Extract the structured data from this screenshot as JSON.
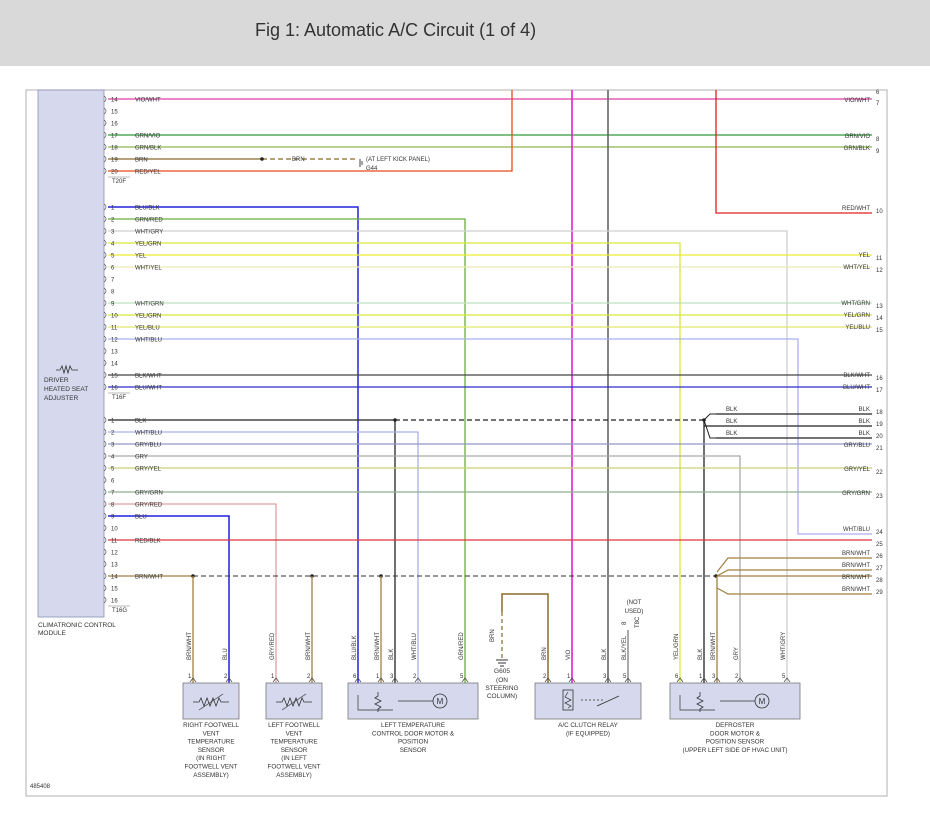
{
  "title": "Fig 1: Automatic A/C Circuit (1 of 4)",
  "code": "485408",
  "colors": {
    "VIO/WHT": "#e23ea5",
    "GRN/VIO": "#2e9a3a",
    "GRN/BLK": "#8ab64a",
    "BRN": "#8a6a2a",
    "RED/YEL": "#e84a1a",
    "BLU/BLK": "#2222dd",
    "GRN/RED": "#6aae3a",
    "WHT/GRY": "#cfcfcf",
    "YEL/GRN": "#d7e63a",
    "YEL": "#ecec30",
    "WHT/YEL": "#ecebb5",
    "WHT/GRN": "#bfe0bf",
    "YEL/BLU": "#dfe66a",
    "WHT/BLU": "#aab0ee",
    "BLK/WHT": "#444444",
    "BLU/WHT": "#2a2acc",
    "BLK": "#222222",
    "GRY/BLU": "#8f96c8",
    "GRY": "#aaaaaa",
    "GRY/YEL": "#c8d078",
    "GRY/GRN": "#8fb08f",
    "GRY/RED": "#e0a0a0",
    "BLU": "#1e1ee0",
    "RED/BLK": "#e03040",
    "BRN/WHT": "#a08040",
    "VIO": "#e020d0",
    "RED/WHT": "#e02020",
    "BLK/YEL": "#555555",
    "GRN": "#2e9a3a"
  },
  "module": {
    "label_line1": "CLIMATRONIC CONTROL",
    "label_line2": "MODULE",
    "adjuster_line1": "DRIVER",
    "adjuster_line2": "HEATED SEAT",
    "adjuster_line3": "ADJUSTER"
  },
  "connectors": [
    {
      "name": "T20F",
      "pins": [
        {
          "pin": "14",
          "wire": "VIO/WHT"
        },
        {
          "pin": "15",
          "wire": ""
        },
        {
          "pin": "16",
          "wire": ""
        },
        {
          "pin": "17",
          "wire": "GRN/VIO"
        },
        {
          "pin": "18",
          "wire": "GRN/BLK"
        },
        {
          "pin": "19",
          "wire": "BRN"
        },
        {
          "pin": "20",
          "wire": "RED/YEL"
        }
      ]
    },
    {
      "name": "T16F",
      "pins": [
        {
          "pin": "1",
          "wire": "BLU/BLK"
        },
        {
          "pin": "2",
          "wire": "GRN/RED"
        },
        {
          "pin": "3",
          "wire": "WHT/GRY"
        },
        {
          "pin": "4",
          "wire": "YEL/GRN"
        },
        {
          "pin": "5",
          "wire": "YEL"
        },
        {
          "pin": "6",
          "wire": "WHT/YEL"
        },
        {
          "pin": "7",
          "wire": ""
        },
        {
          "pin": "8",
          "wire": ""
        },
        {
          "pin": "9",
          "wire": "WHT/GRN"
        },
        {
          "pin": "10",
          "wire": "YEL/GRN"
        },
        {
          "pin": "11",
          "wire": "YEL/BLU"
        },
        {
          "pin": "12",
          "wire": "WHT/BLU"
        },
        {
          "pin": "13",
          "wire": ""
        },
        {
          "pin": "14",
          "wire": ""
        },
        {
          "pin": "15",
          "wire": "BLK/WHT"
        },
        {
          "pin": "16",
          "wire": "BLU/WHT"
        }
      ]
    },
    {
      "name": "T16G",
      "pins": [
        {
          "pin": "1",
          "wire": "BLK"
        },
        {
          "pin": "2",
          "wire": "WHT/BLU"
        },
        {
          "pin": "3",
          "wire": "GRY/BLU"
        },
        {
          "pin": "4",
          "wire": "GRY"
        },
        {
          "pin": "5",
          "wire": "GRY/YEL"
        },
        {
          "pin": "6",
          "wire": ""
        },
        {
          "pin": "7",
          "wire": "GRY/GRN"
        },
        {
          "pin": "8",
          "wire": "GRY/RED"
        },
        {
          "pin": "9",
          "wire": "BLU"
        },
        {
          "pin": "10",
          "wire": ""
        },
        {
          "pin": "11",
          "wire": "RED/BLK"
        },
        {
          "pin": "12",
          "wire": ""
        },
        {
          "pin": "13",
          "wire": ""
        },
        {
          "pin": "14",
          "wire": "BRN/WHT"
        },
        {
          "pin": "15",
          "wire": ""
        },
        {
          "pin": "16",
          "wire": ""
        }
      ]
    }
  ],
  "right_labels": [
    {
      "num": "6",
      "wire": ""
    },
    {
      "num": "7",
      "wire": "VIO/WHT"
    },
    {
      "num": "8",
      "wire": "GRN/VIO"
    },
    {
      "num": "9",
      "wire": "GRN/BLK"
    },
    {
      "num": "10",
      "wire": "RED/WHT"
    },
    {
      "num": "11",
      "wire": "YEL"
    },
    {
      "num": "12",
      "wire": "WHT/YEL"
    },
    {
      "num": "13",
      "wire": "WHT/GRN"
    },
    {
      "num": "14",
      "wire": "YEL/GRN"
    },
    {
      "num": "15",
      "wire": "YEL/BLU"
    },
    {
      "num": "16",
      "wire": "BLK/WHT"
    },
    {
      "num": "17",
      "wire": "BLU/WHT"
    },
    {
      "num": "18",
      "wire": "BLK"
    },
    {
      "num": "19",
      "wire": "BLK"
    },
    {
      "num": "20",
      "wire": "BLK"
    },
    {
      "num": "21",
      "wire": "GRY/BLU"
    },
    {
      "num": "22",
      "wire": "GRY/YEL"
    },
    {
      "num": "23",
      "wire": "GRY/GRN"
    },
    {
      "num": "24",
      "wire": "WHT/BLU"
    },
    {
      "num": "25",
      "wire": ""
    },
    {
      "num": "26",
      "wire": "BRN/WHT"
    },
    {
      "num": "27",
      "wire": "BRN/WHT"
    },
    {
      "num": "28",
      "wire": "BRN/WHT"
    },
    {
      "num": "29",
      "wire": "BRN/WHT"
    }
  ],
  "inline_labels": {
    "brn_mid": "BRN",
    "ground_note": "(AT LEFT KICK PANEL)",
    "ground_g44": "G44",
    "blk_a": "BLK",
    "blk_b": "BLK",
    "blk_c": "BLK",
    "g605_brn": "BRN",
    "not_used_1": "(NOT",
    "not_used_2": "USED)",
    "t8_pin": "8",
    "t8_conn": "T8C"
  },
  "g605": {
    "name": "G605",
    "line1": "(ON",
    "line2": "STEERING",
    "line3": "COLUMN)"
  },
  "components": [
    {
      "lines": [
        "RIGHT FOOTWELL",
        "VENT",
        "TEMPERATURE",
        "SENSOR",
        "(IN RIGHT",
        "FOOTWELL VENT",
        "ASSEMBLY)"
      ],
      "pins": [
        {
          "pin": "1",
          "wire": "BRN/WHT"
        },
        {
          "pin": "2",
          "wire": "BLU"
        }
      ]
    },
    {
      "lines": [
        "LEFT FOOTWELL",
        "VENT",
        "TEMPERATURE",
        "SENSOR",
        "(IN LEFT",
        "FOOTWELL VENT",
        "ASSEMBLY)"
      ],
      "pins": [
        {
          "pin": "1",
          "wire": "GRY/RED"
        },
        {
          "pin": "2",
          "wire": "BRN/WHT"
        }
      ]
    },
    {
      "lines": [
        "LEFT TEMPERATURE",
        "CONTROL DOOR MOTOR &",
        "POSITION",
        "SENSOR"
      ],
      "pins": [
        {
          "pin": "6",
          "wire": "BLU/BLK"
        },
        {
          "pin": "1",
          "wire": "BRN/WHT"
        },
        {
          "pin": "3",
          "wire": "BLK"
        },
        {
          "pin": "2",
          "wire": "WHT/BLU"
        },
        {
          "pin": "5",
          "wire": "GRN/RED"
        }
      ]
    },
    {
      "lines": [
        "A/C CLUTCH RELAY",
        "(IF EQUIPPED)"
      ],
      "pins": [
        {
          "pin": "2",
          "wire": "BRN"
        },
        {
          "pin": "1",
          "wire": "VIO"
        },
        {
          "pin": "3",
          "wire": "BLK"
        },
        {
          "pin": "5",
          "wire": "BLK/YEL"
        }
      ]
    },
    {
      "lines": [
        "DEFROSTER",
        "DOOR MOTOR &",
        "POSITION SENSOR",
        "(UPPER LEFT SIDE OF HVAC UNIT)"
      ],
      "pins": [
        {
          "pin": "6",
          "wire": "YEL/GRN"
        },
        {
          "pin": "1",
          "wire": "BLK"
        },
        {
          "pin": "3",
          "wire": "BRN/WHT"
        },
        {
          "pin": "2",
          "wire": "GRY"
        },
        {
          "pin": "5",
          "wire": "WHT/GRY"
        }
      ]
    }
  ]
}
